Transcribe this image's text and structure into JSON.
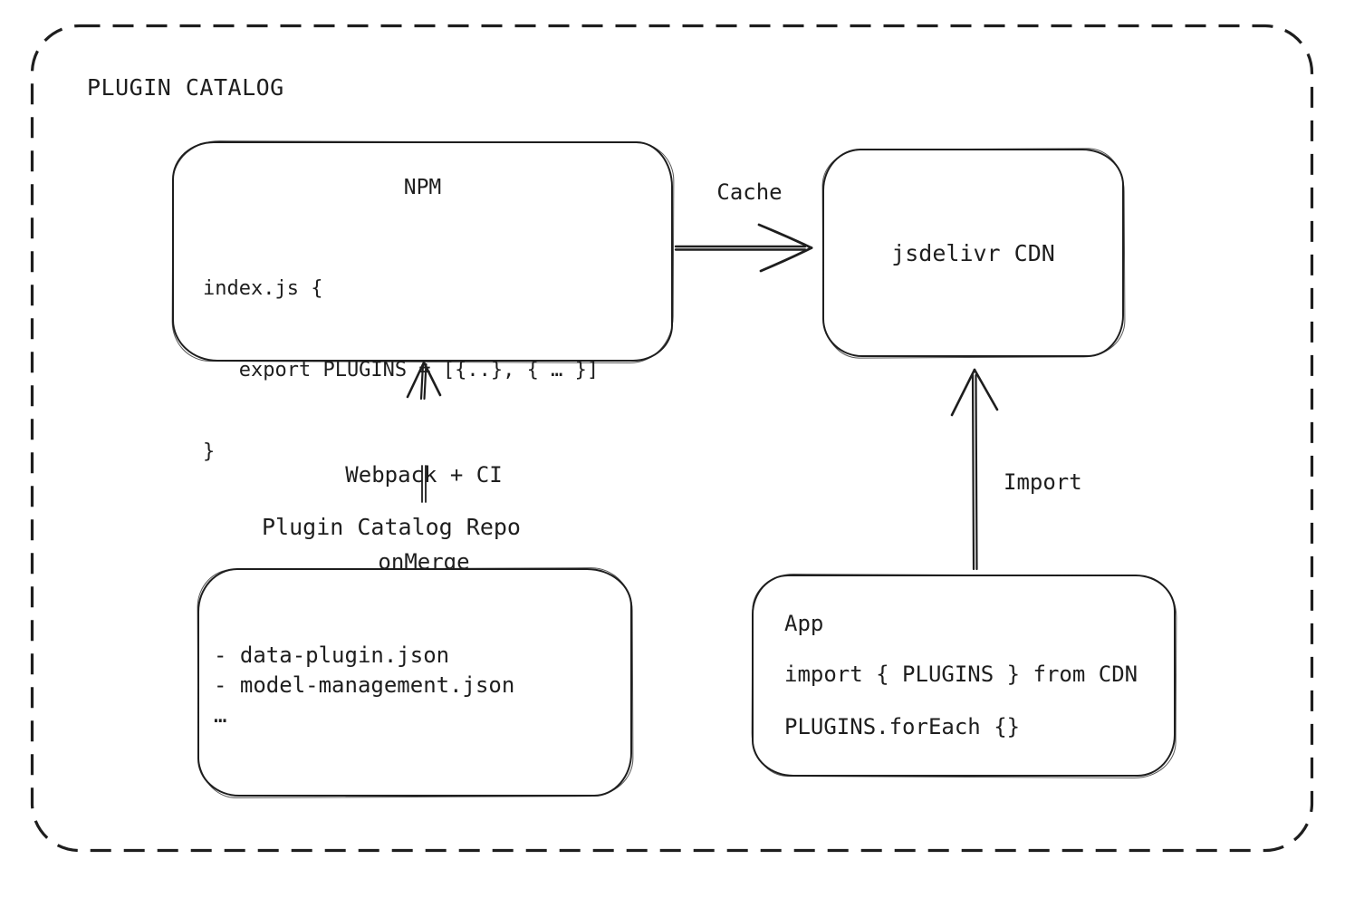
{
  "frame": {
    "title": "PLUGIN CATALOG"
  },
  "nodes": {
    "npm": {
      "title": "NPM",
      "code": [
        "index.js {",
        "   export PLUGINS = [{..}, { … }]",
        "}"
      ]
    },
    "cdn": {
      "title": "jsdelivr CDN"
    },
    "repo": {
      "label": "Plugin Catalog Repo",
      "files": [
        "- data-plugin.json",
        "- model-management.json",
        "…"
      ]
    },
    "app": {
      "title": "App",
      "code": [
        "import { PLUGINS } from CDN",
        "PLUGINS.forEach {}"
      ]
    }
  },
  "edges": {
    "cache": {
      "label": "Cache",
      "from": "NPM",
      "to": "jsdelivr CDN"
    },
    "build": {
      "label_line1": "Webpack + CI",
      "label_line2": "onMerge",
      "from": "Plugin Catalog Repo",
      "to": "NPM"
    },
    "import_edge": {
      "label": "Import",
      "from": "App",
      "to": "jsdelivr CDN"
    }
  },
  "colors": {
    "stroke": "#1e1e1e",
    "background": "#ffffff"
  }
}
